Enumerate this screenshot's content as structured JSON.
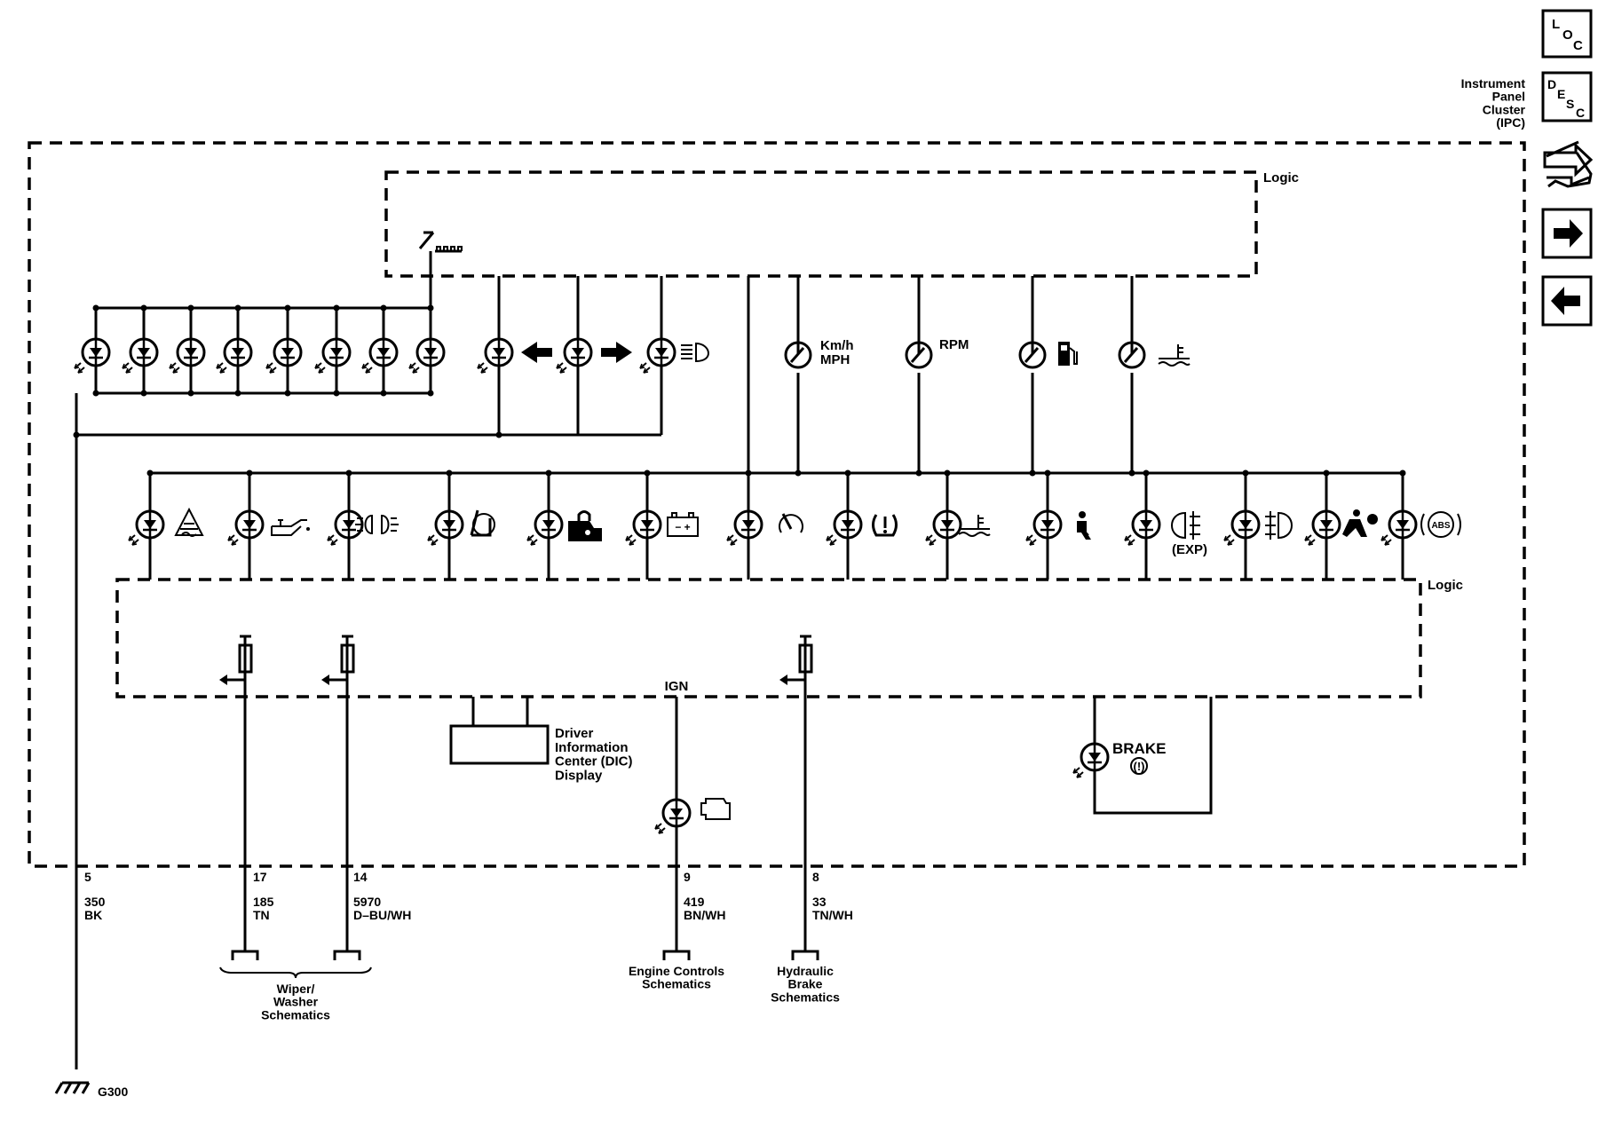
{
  "nav": {
    "loc": [
      "L",
      "O",
      "C"
    ],
    "desc": [
      "D",
      "E",
      "S",
      "C"
    ],
    "component_name": "Instrument\nPanel\nCluster\n(IPC)"
  },
  "labels": {
    "logic_top": "Logic",
    "logic_bottom": "Logic",
    "speedometer": "Km/h\nMPH",
    "tachometer": "RPM",
    "exp": "(EXP)",
    "ign": "IGN",
    "dic": "Driver\nInformation\nCenter (DIC)\nDisplay",
    "brake": "BRAKE",
    "brake_symbol": "(!)",
    "ground": "G300",
    "abs": "ABS",
    "battery": "− +"
  },
  "wires": [
    {
      "pin": "5",
      "circuit": "350",
      "color": "BK"
    },
    {
      "pin": "17",
      "circuit": "185",
      "color": "TN"
    },
    {
      "pin": "14",
      "circuit": "5970",
      "color": "D–BU/WH"
    },
    {
      "pin": "9",
      "circuit": "419",
      "color": "BN/WH"
    },
    {
      "pin": "8",
      "circuit": "33",
      "color": "TN/WH"
    }
  ],
  "references": {
    "wiper": "Wiper/\nWasher\nSchematics",
    "engine": "Engine Controls\nSchematics",
    "brake": "Hydraulic\nBrake\nSchematics"
  },
  "icons": {
    "top_backlights": [
      "backlight-led",
      "backlight-led",
      "backlight-led",
      "backlight-led",
      "backlight-led",
      "backlight-led",
      "backlight-led",
      "backlight-led"
    ],
    "top_indicators": [
      "left-turn-icon",
      "right-turn-icon",
      "high-beam-icon"
    ],
    "gauges": [
      "speedometer-gauge",
      "tachometer-gauge",
      "fuel-gauge",
      "coolant-temp-gauge"
    ],
    "bottom_indicators": [
      "traction-control-icon",
      "oil-pressure-icon",
      "park-lamp-icon",
      "stabilitrak-off-icon",
      "security-icon",
      "charging-system-icon",
      "cruise-control-icon",
      "tire-pressure-icon",
      "coolant-temp-icon",
      "seat-belt-icon",
      "rear-fog-icon",
      "front-fog-icon",
      "airbag-icon",
      "abs-icon"
    ]
  }
}
